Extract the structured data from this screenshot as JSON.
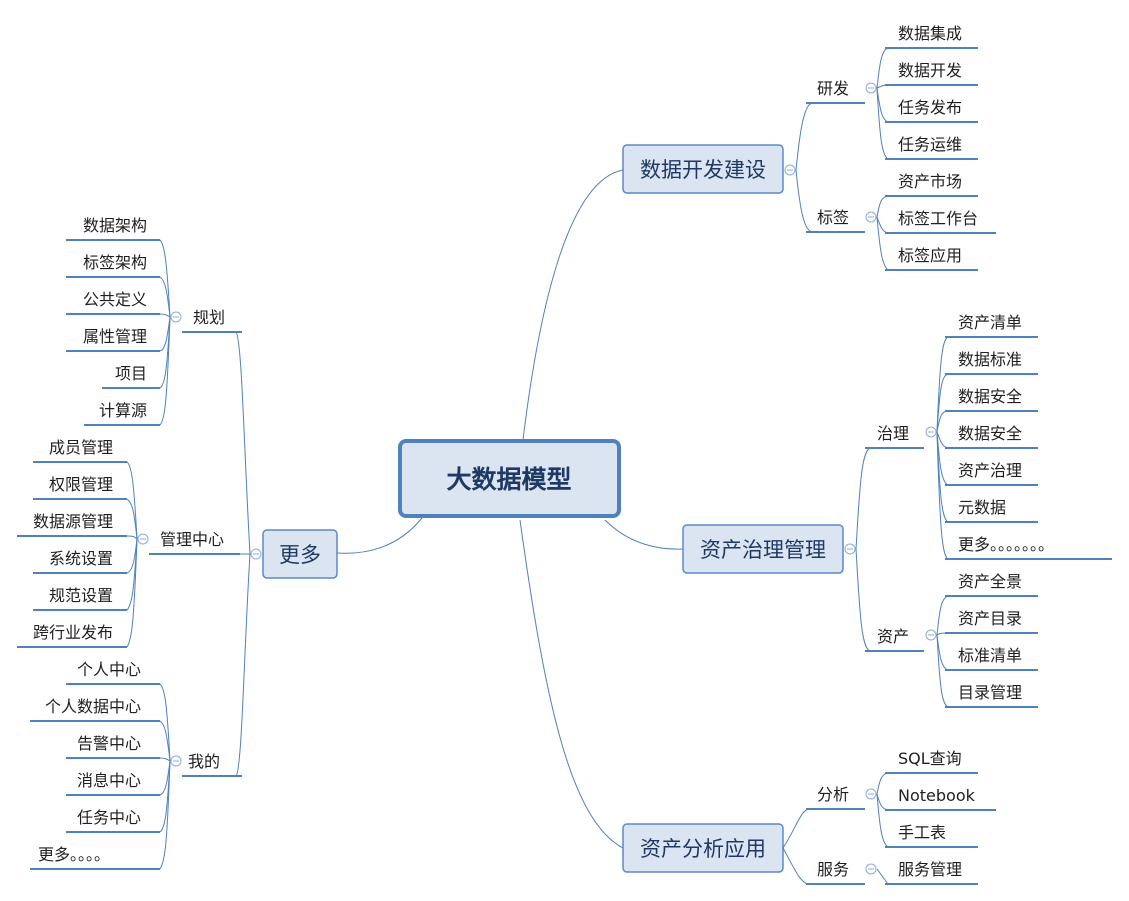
{
  "root": {
    "label": "大数据模型"
  },
  "branches": {
    "dev": {
      "label": "数据开发建设",
      "groups": [
        {
          "label": "研发",
          "items": [
            "数据集成",
            "数据开发",
            "任务发布",
            "任务运维"
          ]
        },
        {
          "label": "标签",
          "items": [
            "资产市场",
            "标签工作台",
            "标签应用"
          ]
        }
      ]
    },
    "gov": {
      "label": "资产治理管理",
      "groups": [
        {
          "label": "治理",
          "items": [
            "资产清单",
            "数据标准",
            "数据安全",
            "数据安全",
            "资产治理",
            "元数据",
            "更多。。。。。。。"
          ]
        },
        {
          "label": "资产",
          "items": [
            "资产全景",
            "资产目录",
            "标准清单",
            "目录管理"
          ]
        }
      ]
    },
    "ana": {
      "label": "资产分析应用",
      "groups": [
        {
          "label": "分析",
          "items": [
            "SQL查询",
            "Notebook",
            "手工表"
          ]
        },
        {
          "label": "服务",
          "items": [
            "服务管理"
          ]
        }
      ]
    },
    "more": {
      "label": "更多",
      "groups": [
        {
          "label": "规划",
          "items": [
            "数据架构",
            "标签架构",
            "公共定义",
            "属性管理",
            "项目",
            "计算源"
          ]
        },
        {
          "label": "管理中心",
          "items": [
            "成员管理",
            "权限管理",
            "数据源管理",
            "系统设置",
            "规范设置",
            "跨行业发布"
          ]
        },
        {
          "label": "我的",
          "items": [
            "个人中心",
            "个人数据中心",
            "告警中心",
            "消息中心",
            "任务中心",
            "更多。。。。"
          ]
        }
      ]
    }
  },
  "colors": {
    "line": "#4f81bd",
    "box_fill": "#dbe5f1",
    "box_border": "#5b8ac7",
    "text_dark": "#1f3864",
    "icon": "#8eaadb"
  },
  "icons": {
    "collapse": "minus-circle-icon"
  }
}
